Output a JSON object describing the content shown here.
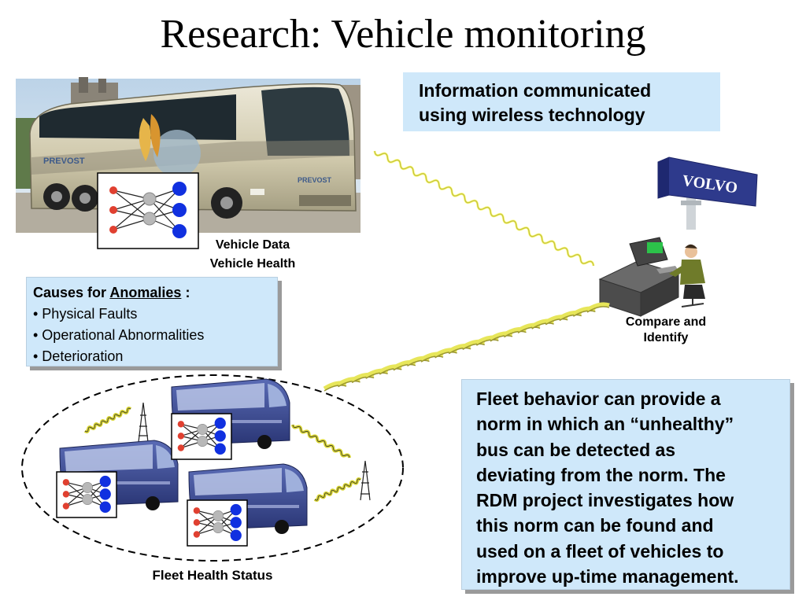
{
  "title": "Research: Vehicle monitoring",
  "info_box": {
    "line1": "Information communicated",
    "line2": "using wireless technology"
  },
  "bus_label": {
    "line1": "Vehicle Data",
    "line2": "Vehicle Health"
  },
  "causes": {
    "heading_prefix": "Causes for",
    "heading_link": "Anomalies",
    "heading_suffix": ":",
    "items": [
      "• Physical Faults",
      "• Operational Abnormalities",
      "• Deterioration"
    ]
  },
  "operator_label": {
    "line1": "Compare and",
    "line2": "Identify"
  },
  "fleet_text": [
    "Fleet behavior can provide a",
    "norm in which an “unhealthy”",
    "bus can be detected as",
    "deviating from the norm. The",
    "RDM project investigates how",
    "this norm can be found and",
    "used on a fleet of vehicles to",
    "improve up-time management."
  ],
  "fleet_label": "Fleet Health Status",
  "volvo_sign": "VOLVO",
  "bus_brand": "PREVOST",
  "colors": {
    "box_fill": "#cfe8fa",
    "wave": "#e7e65a",
    "bus_body": "#d8d2b8",
    "fleet_bus": "#3c4d95",
    "input_node": "#e04030",
    "hidden_node": "#b8b8b8",
    "output_node": "#1030e0"
  }
}
